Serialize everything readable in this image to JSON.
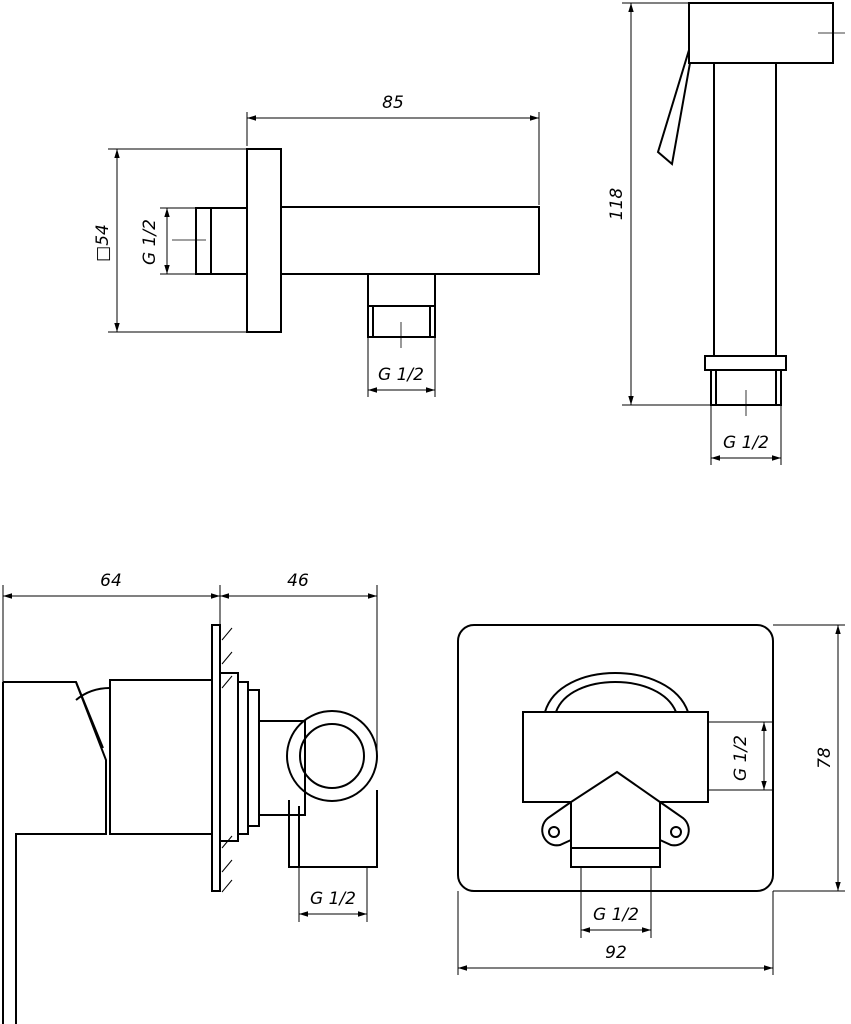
{
  "top_left_view": {
    "length_dim": "85",
    "size_dim_symbol": "□",
    "size_dim": "54",
    "thread_label_inlet": "G 1/2",
    "thread_label_outlet": "G 1/2"
  },
  "top_right_view": {
    "height_dim": "118",
    "thread_label": "G 1/2"
  },
  "bottom_left_view": {
    "depth_dim_a": "64",
    "depth_dim_b": "46",
    "thread_label": "G 1/2"
  },
  "bottom_right_view": {
    "height_dim": "78",
    "width_dim": "92",
    "thread_label_side": "G 1/2",
    "thread_label_bottom": "G 1/2"
  }
}
